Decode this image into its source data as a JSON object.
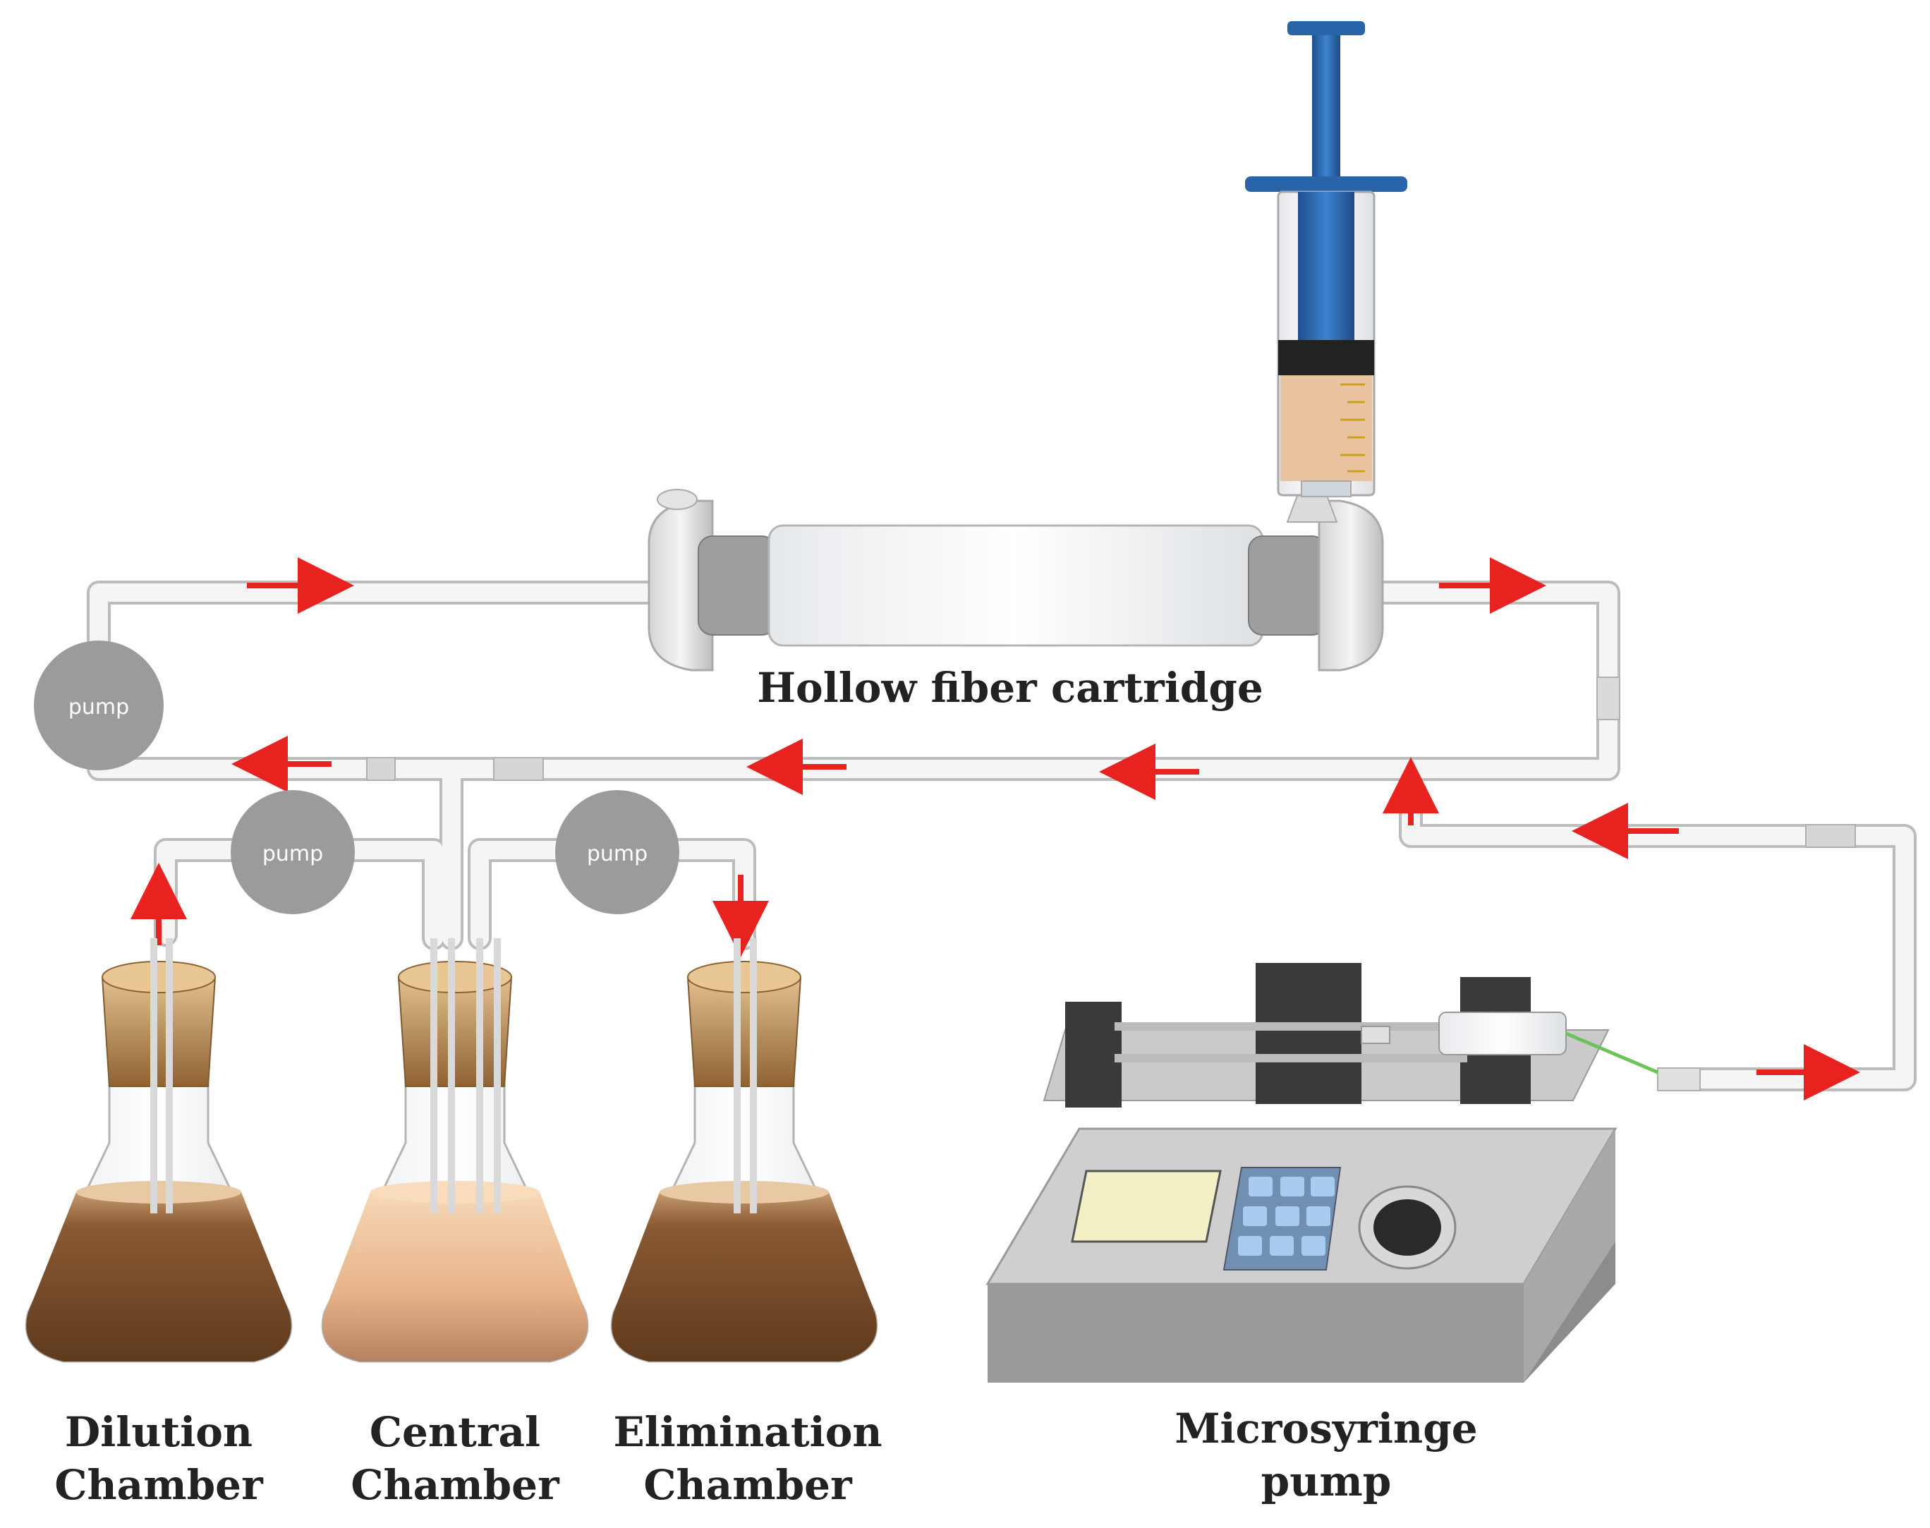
{
  "labels": {
    "hollow_fiber": "Hollow fiber  cartridge",
    "dilution_line1": "Dilution",
    "dilution_line2": "Chamber",
    "central_line1": "Central",
    "central_line2": "Chamber",
    "elimination_line1": "Elimination",
    "elimination_line2": "Chamber",
    "microsyringe_line1": "Microsyringe",
    "microsyringe_line2": "pump",
    "pump_main": "pump",
    "pump_dilution": "pump",
    "pump_elimination": "pump"
  },
  "colors": {
    "arrow": "#e8231f",
    "tube": "#f3f3f3",
    "tube_edge": "#c9c9c9",
    "pump_circle": "#9a9a9a",
    "syringe_blue": "#2f6fb6",
    "broth_dark": "#7a4a26",
    "broth_light": "#e9b98c",
    "cork": "#b7874f"
  }
}
